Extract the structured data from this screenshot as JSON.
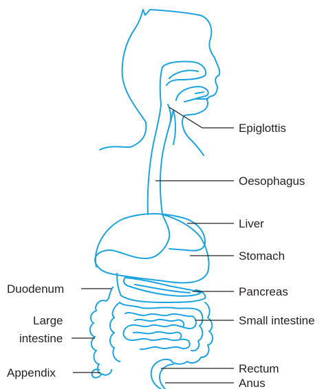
{
  "colors": {
    "organ_outline": "#1aa3e0",
    "label_text": "#231f20",
    "background": "#ffffff"
  },
  "labels": {
    "epiglottis": "Epiglottis",
    "oesophagus": "Oesophagus",
    "liver": "Liver",
    "stomach": "Stomach",
    "duodenum": "Duodenum",
    "pancreas": "Pancreas",
    "large_intestine_line1": "Large",
    "large_intestine_line2": "intestine",
    "small_intestine": "Small intestine",
    "appendix": "Appendix",
    "rectum": "Rectum",
    "anus": "Anus"
  }
}
